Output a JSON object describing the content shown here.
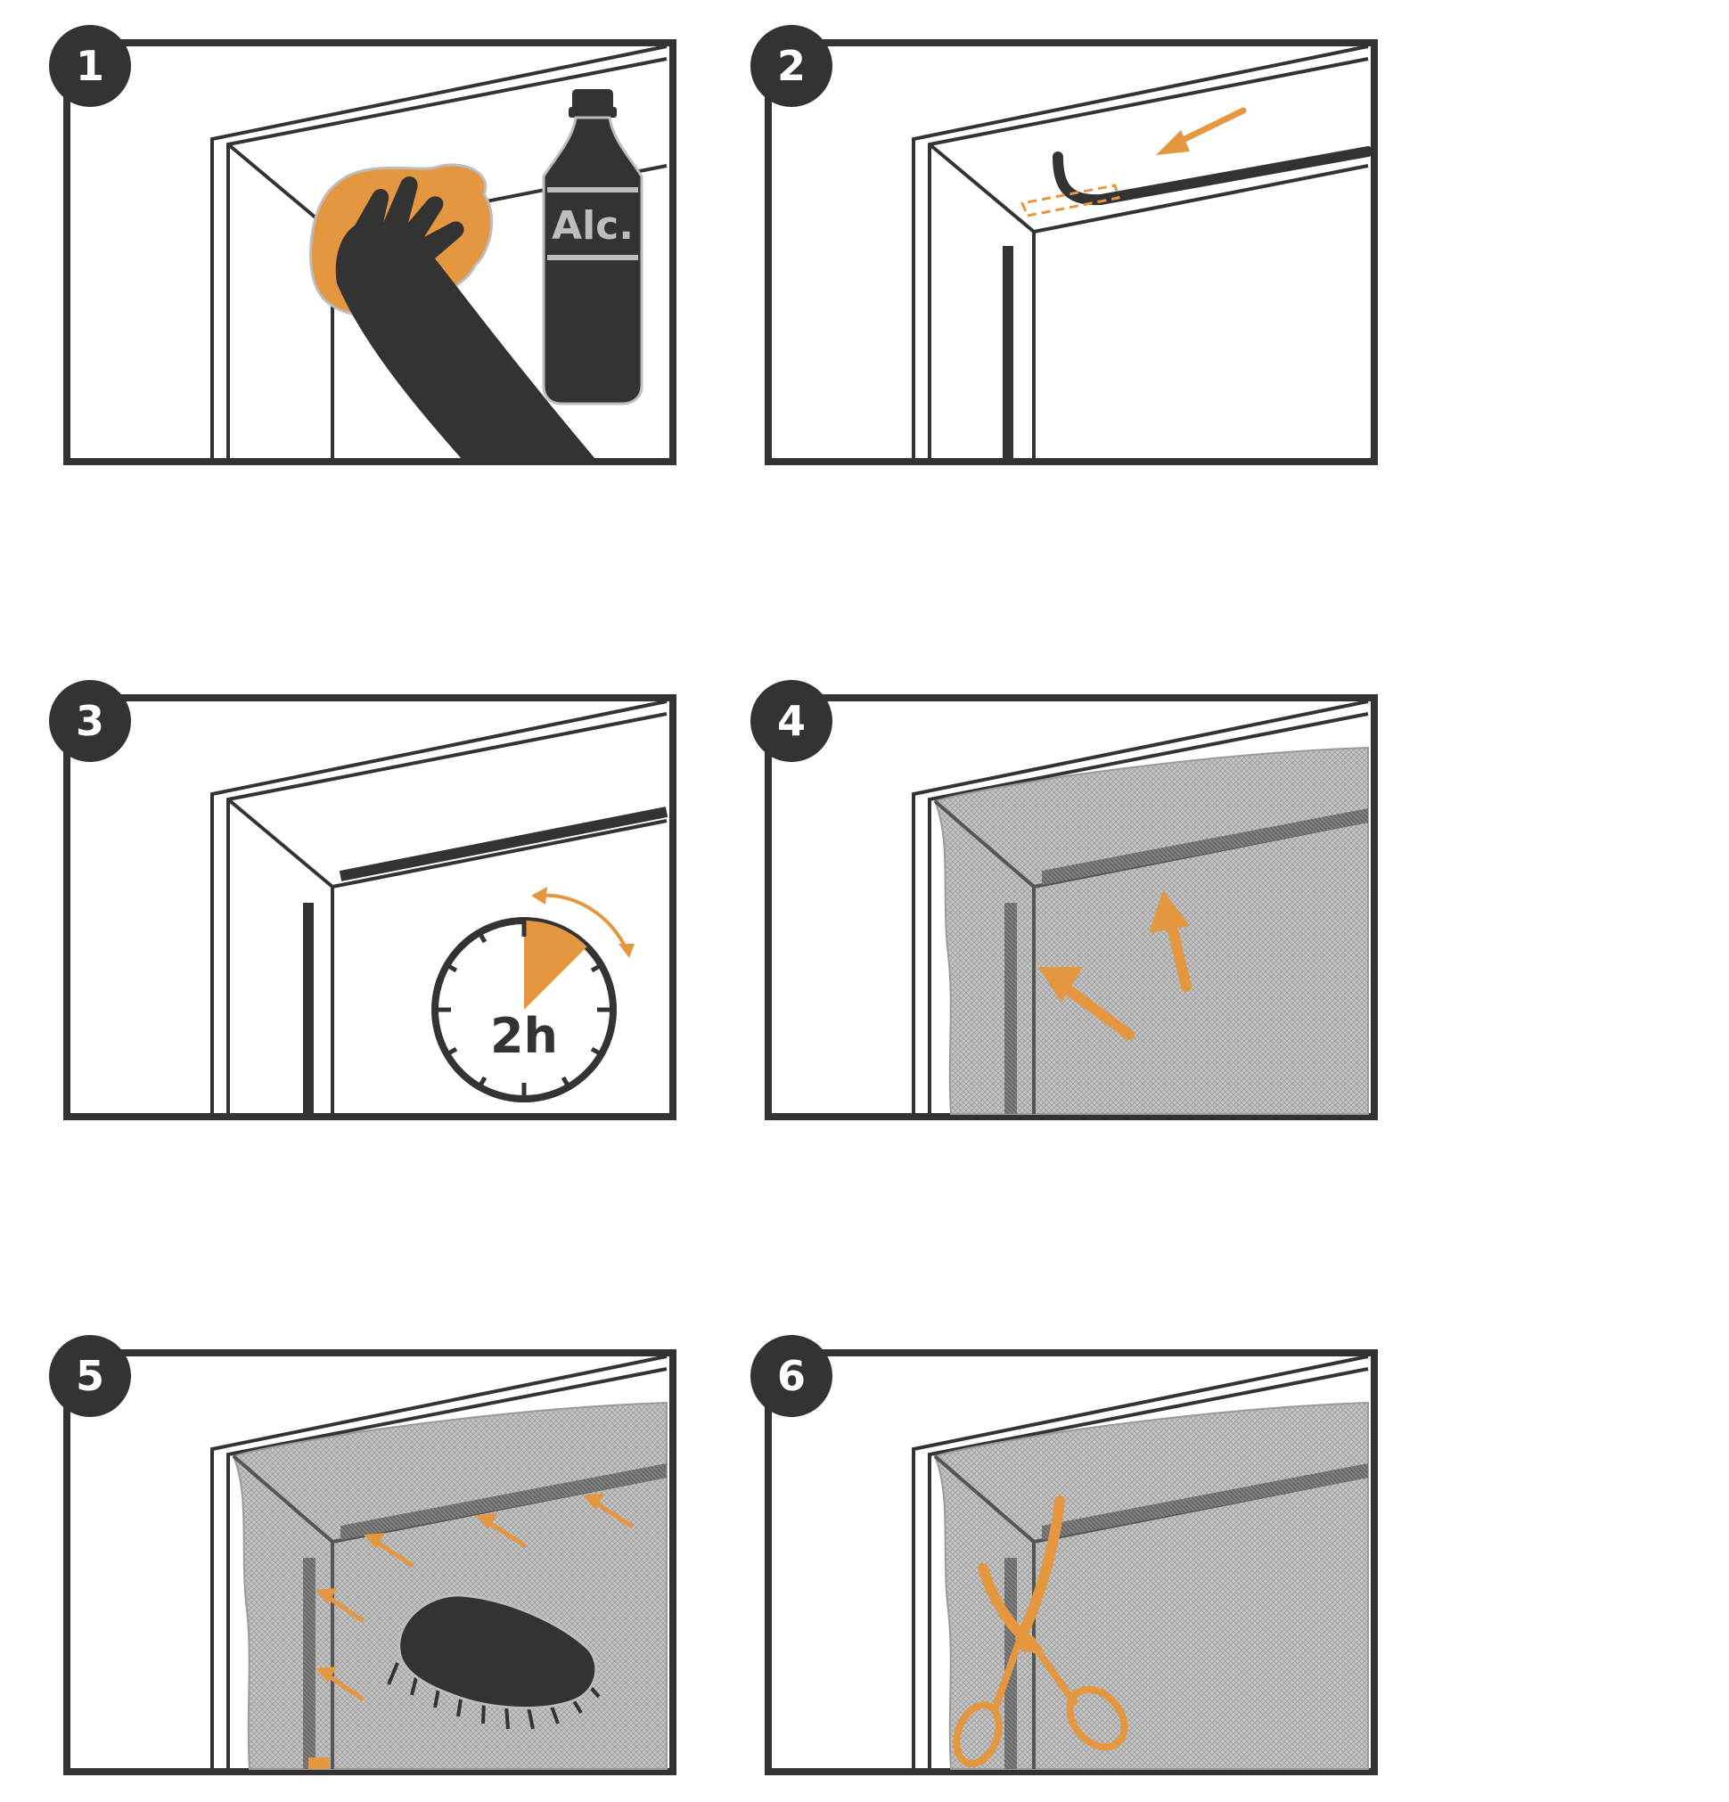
{
  "colors": {
    "line": "#333333",
    "accent": "#e5973f",
    "mesh": "#bdbdbd",
    "paper": "#ffffff"
  },
  "steps": [
    {
      "number": "1",
      "icons": [
        "rag-icon",
        "hand-icon",
        "alcohol-bottle-icon"
      ],
      "bottle_label": "Alc."
    },
    {
      "number": "2",
      "icons": [
        "adhesive-tape-icon",
        "arrow-icon"
      ]
    },
    {
      "number": "3",
      "icons": [
        "clock-icon",
        "curved-arrow-icon"
      ],
      "clock_label": "2h",
      "clock_fraction": 0.125
    },
    {
      "number": "4",
      "icons": [
        "mesh-icon",
        "arrow-icon"
      ]
    },
    {
      "number": "5",
      "icons": [
        "mesh-icon",
        "brush-icon",
        "arrow-icon"
      ]
    },
    {
      "number": "6",
      "icons": [
        "mesh-icon",
        "scissors-icon"
      ]
    }
  ]
}
